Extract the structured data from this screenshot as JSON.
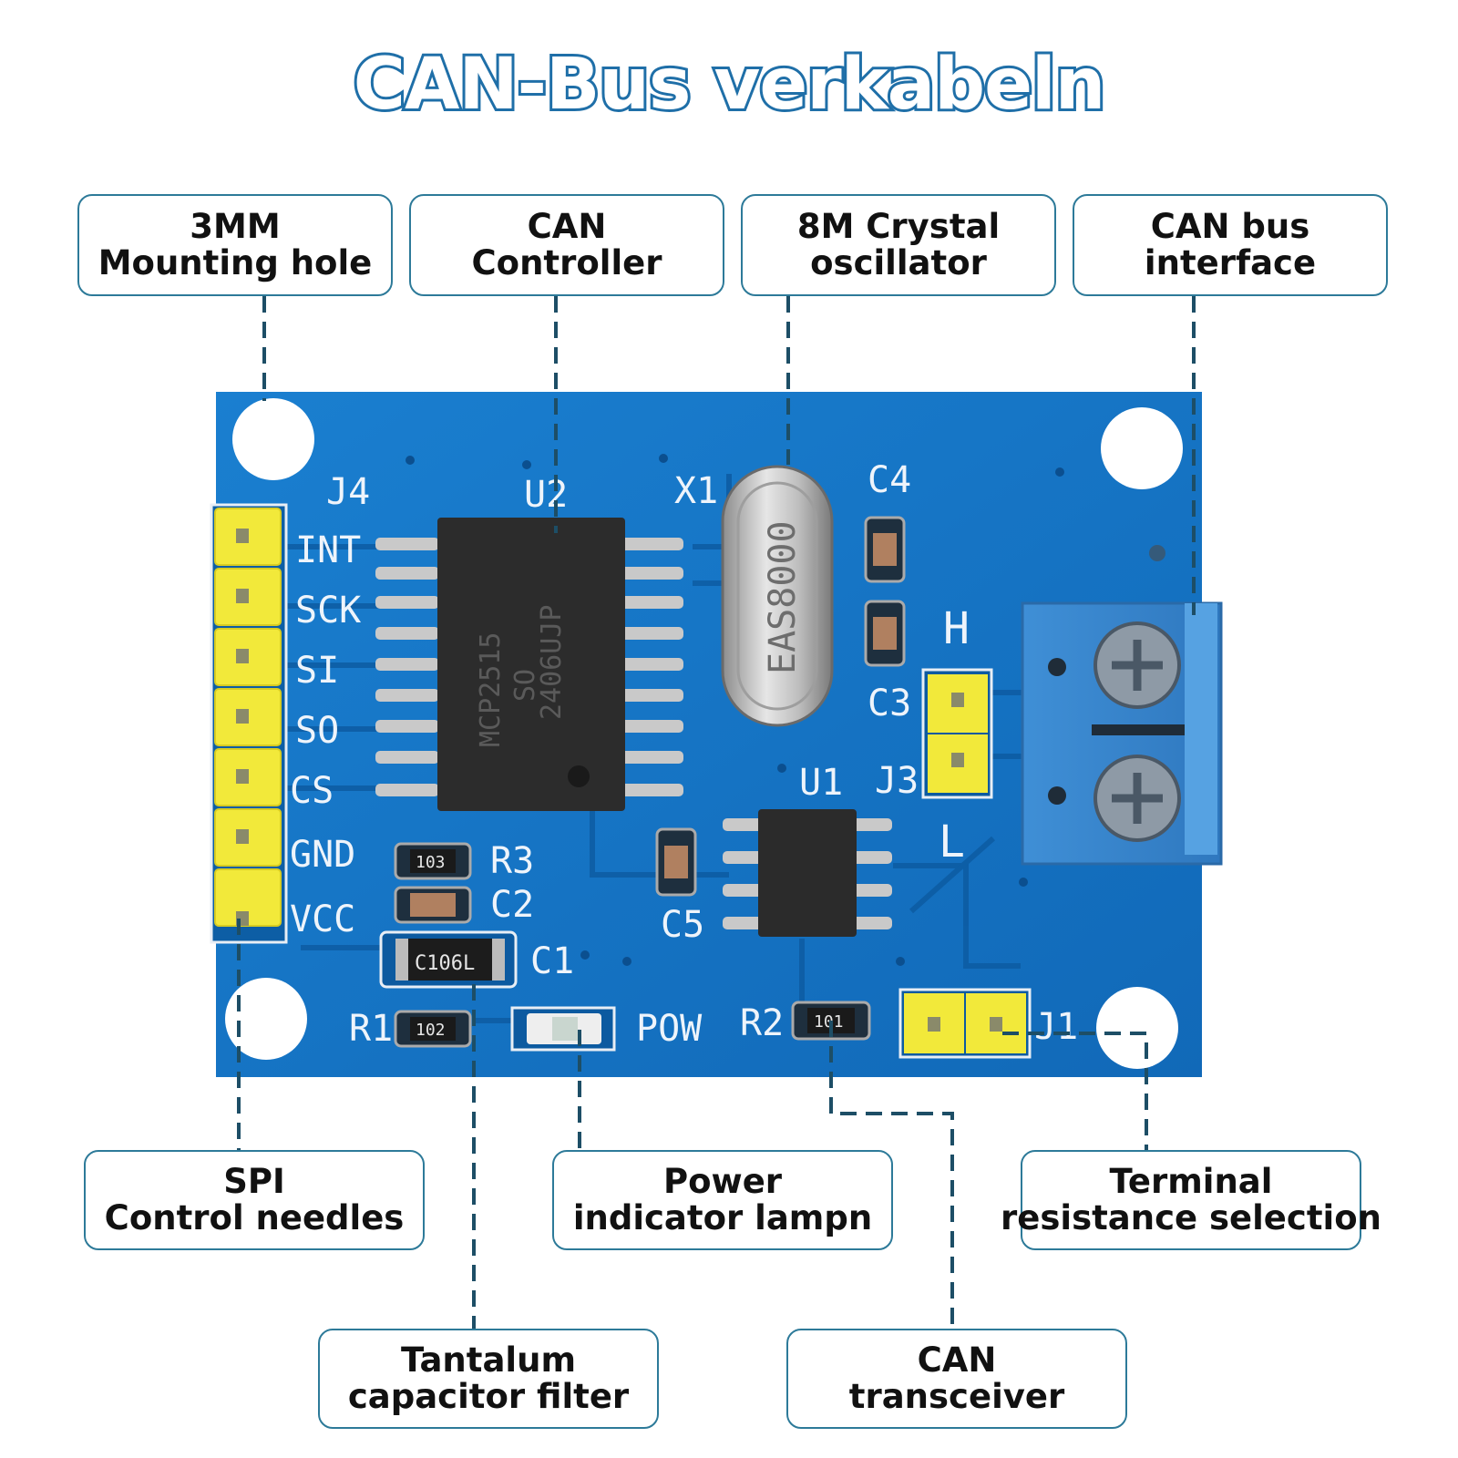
{
  "title": "CAN-Bus verkabeln",
  "callouts": {
    "mounting_hole": {
      "line1": "3MM",
      "line2": "Mounting hole"
    },
    "can_controller": {
      "line1": "CAN",
      "line2": "Controller"
    },
    "crystal": {
      "line1": "8M Crystal",
      "line2": "oscillator"
    },
    "bus_interface": {
      "line1": "CAN bus",
      "line2": "interface"
    },
    "spi_pins": {
      "line1": "SPI",
      "line2": "Control needles"
    },
    "power_led": {
      "line1": "Power",
      "line2": "indicator lampn"
    },
    "terminal_res": {
      "line1": "Terminal",
      "line2": "resistance selection"
    },
    "tantalum": {
      "line1": "Tantalum",
      "line2": "capacitor filter"
    },
    "transceiver": {
      "line1": "CAN",
      "line2": "transceiver"
    }
  },
  "board": {
    "pin_labels": [
      "INT",
      "SCK",
      "SI",
      "SO",
      "CS",
      "GND",
      "VCC"
    ],
    "j4": "J4",
    "u2": "U2",
    "x1": "X1",
    "c4": "C4",
    "c3": "C3",
    "h": "H",
    "j3": "J3",
    "u1": "U1",
    "l": "L",
    "r3": "R3",
    "c2": "C2",
    "c1": "C1",
    "c5": "C5",
    "r1": "R1",
    "pow": "POW",
    "r2": "R2",
    "j1": "J1",
    "chip_u2_line1": "MCP2515",
    "chip_u2_line2": "SO",
    "chip_u2_line3": "2406UJP",
    "crystal_mark": "EAS8000",
    "tant_mark": "C106L",
    "r3_mark": "103",
    "r1_mark": "102",
    "r2_mark": "101"
  },
  "colors": {
    "pcb": "#1677c8",
    "pcb_dark": "#0d5ea5",
    "header": "#f2e93a",
    "callout_border": "#2d7a99",
    "leader": "#1d4e66",
    "title_outline": "#1f6fa8"
  }
}
